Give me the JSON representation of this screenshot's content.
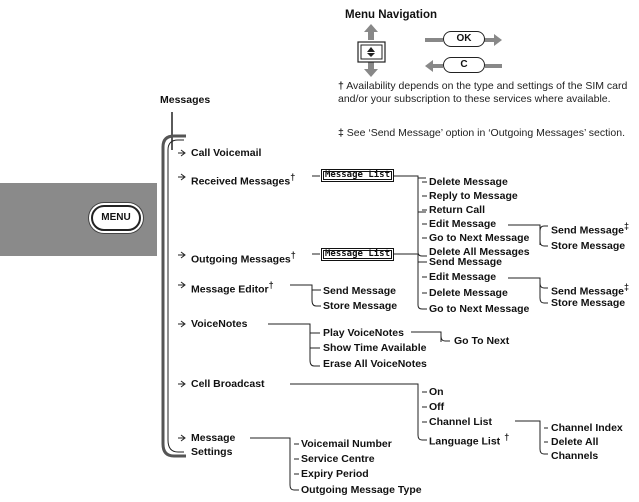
{
  "nav": {
    "title": "Menu Navigation",
    "ok_label": "OK",
    "c_label": "C",
    "note1_symbol": "†",
    "note1_text": "Availability depends on the type and settings of the SIM card and/or your subscription to these services where available.",
    "note2_symbol": "‡",
    "note2_text": "See ‘Send Message’ option in ‘Outgoing Messages’ section."
  },
  "phone": {
    "menu_label": "MENU"
  },
  "tree": {
    "root": "Messages",
    "dagger": "†",
    "ddagger": "‡",
    "items": {
      "call_voicemail": "Call Voicemail",
      "received_messages": "Received Messages",
      "outgoing_messages": "Outgoing Messages",
      "message_editor": "Message Editor",
      "voicenotes": "VoiceNotes",
      "cell_broadcast": "Cell Broadcast",
      "message_settings_1": "Message",
      "message_settings_2": "Settings"
    },
    "message_list_label": "Message List",
    "received_options": [
      "Delete Message",
      "Reply to Message",
      "Return Call",
      "Edit Message",
      "Go to Next Message",
      "Delete All Messages"
    ],
    "outgoing_options": [
      "Send Message",
      "Edit Message",
      "Delete Message",
      "Go to Next Message"
    ],
    "edit_sub": [
      "Send Message",
      "Store Message"
    ],
    "editor_options": [
      "Send Message",
      "Store Message"
    ],
    "voicenotes_options": [
      "Play VoiceNotes",
      "Show Time Available",
      "Erase All VoiceNotes"
    ],
    "go_to_next": "Go To Next",
    "broadcast_options": [
      "On",
      "Off",
      "Channel List",
      "Language List"
    ],
    "channel_sub": [
      "Channel Index",
      "Delete All",
      "Channels"
    ],
    "settings_options": [
      "Voicemail Number",
      "Service Centre",
      "Expiry Period",
      "Outgoing Message Type"
    ]
  }
}
